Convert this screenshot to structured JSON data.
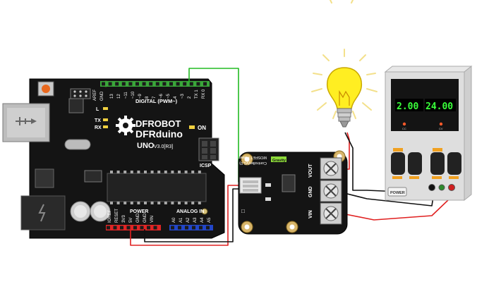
{
  "arduino": {
    "brand_line1": "DFROBOT",
    "brand_line2": "DFRduino",
    "model": "UNO",
    "version": "V3.0[R3]",
    "digital_header": "DIGITAL (PWM~)",
    "analog_header": "ANALOG IN",
    "power_header": "POWER",
    "on_label": "ON",
    "icsp_label": "ICSP",
    "aref_label": "AREF",
    "gnd_label": "GND",
    "tx_label": "TX",
    "rx_label": "RX",
    "l_label": "L",
    "tx_led_label": "TX",
    "rx_led_label": "RX",
    "digital_pins": [
      "13",
      "12",
      "~11",
      "~10",
      "~9",
      "8",
      "7",
      "~6",
      "~5",
      "4",
      "~3",
      "2",
      "TX 1",
      "RX 0"
    ],
    "power_pins": [
      "IOREF",
      "RESET",
      "3V3",
      "5V",
      "GND",
      "GND",
      "VIN"
    ],
    "analog_pins": [
      "A0",
      "A1",
      "A2",
      "A3",
      "A4",
      "A5"
    ]
  },
  "mosfet": {
    "title_line1": "MOSFET Power",
    "title_line2": "Controller(V1.0)",
    "badge": "Gravity",
    "vout_label": "VOUT",
    "gnd_label": "GND",
    "vin_label": "VIN"
  },
  "power_supply": {
    "display_left": "2.00",
    "display_right": "24.00",
    "power_button": "POWER",
    "cc_label": "CC",
    "cv_label": "CV"
  },
  "colors": {
    "board": "#141414",
    "header_green": "#3aa63a",
    "header_red": "#e02525",
    "header_blue": "#2246c8",
    "wire_green": "#22bb22",
    "wire_red": "#e02020",
    "wire_black": "#111111",
    "display_text": "#39ff3a",
    "bulb": "#ffee22"
  }
}
